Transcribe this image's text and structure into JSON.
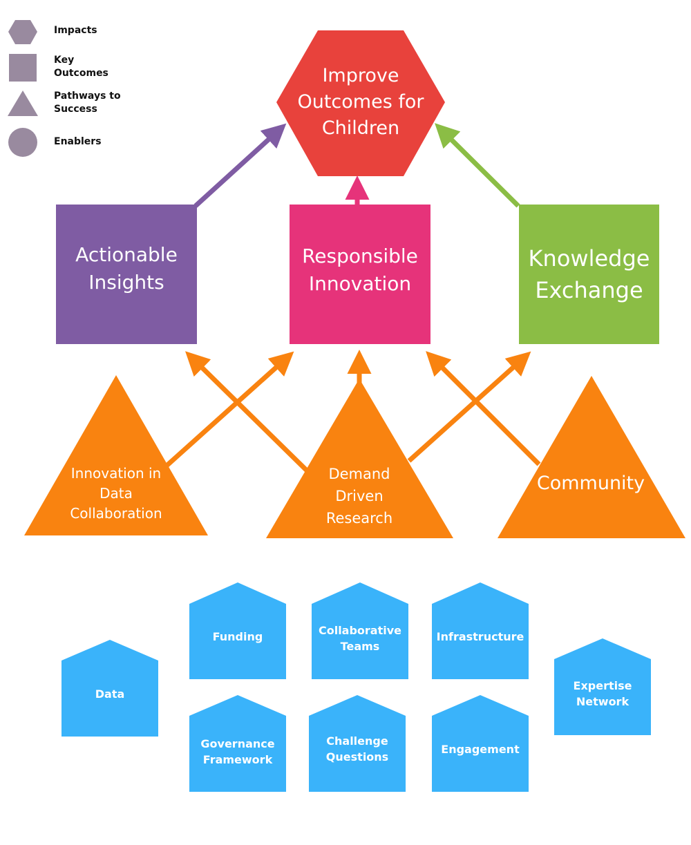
{
  "colors": {
    "legend": "#998a9f",
    "impact": "#e8423c",
    "insights": "#7f5ca3",
    "innovation": "#e6337a",
    "knowledge": "#8bbd45",
    "pathway": "#f98310",
    "enabler": "#3ab3fa"
  },
  "legend": {
    "impacts": "Impacts",
    "key_outcomes": "Key\nOutcomes",
    "pathways": "Pathways to\nSuccess",
    "enablers": "Enablers"
  },
  "impact": {
    "label": "Improve\nOutcomes for\nChildren",
    "icon": "hexagon"
  },
  "key_outcomes": [
    {
      "label": "Actionable\nInsights"
    },
    {
      "label": "Responsible\nInnovation"
    },
    {
      "label": "Knowledge\nExchange"
    }
  ],
  "pathways": [
    {
      "label": "Innovation in\nData\nCollaboration"
    },
    {
      "label": "Demand\nDriven\nResearch"
    },
    {
      "label": "Community"
    }
  ],
  "enablers": {
    "data": "Data",
    "funding": "Funding",
    "collaborative_teams": "Collaborative\nTeams",
    "infrastructure": "Infrastructure",
    "expertise_network": "Expertise\nNetwork",
    "governance_framework": "Governance\nFramework",
    "challenge_questions": "Challenge\nQuestions",
    "engagement": "Engagement"
  }
}
